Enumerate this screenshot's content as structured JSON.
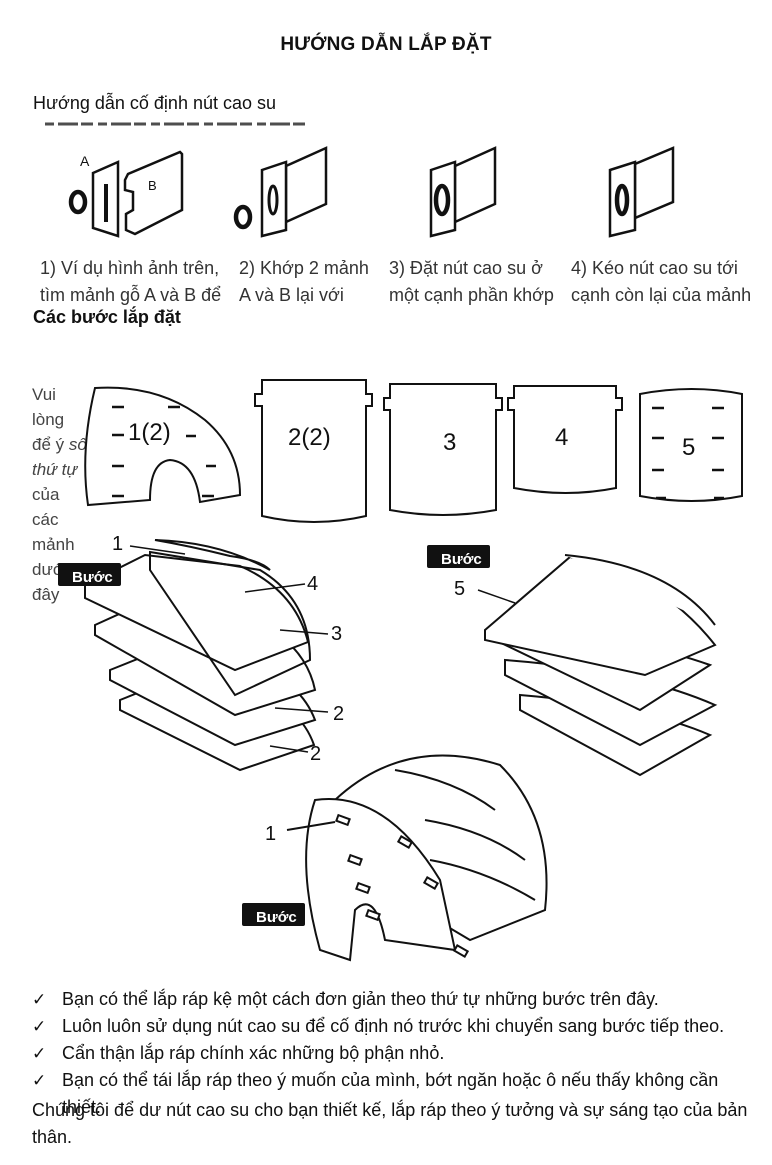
{
  "title": "HƯỚNG DẪN LẮP ĐẶT",
  "rubber_section": {
    "heading": "Hướng dẫn cố định nút cao su",
    "steps": [
      {
        "line1": "1) Ví dụ hình ảnh trên,",
        "line2": "tìm mảnh gỗ A và B để"
      },
      {
        "line1": "2) Khớp 2 mảnh",
        "line2": "A và B lại với"
      },
      {
        "line1": "3) Đặt nút cao su ở",
        "line2": "một cạnh phần khớp"
      },
      {
        "line1": "4) Kéo nút cao su tới",
        "line2": "cạnh còn lại của mảnh"
      }
    ],
    "label_a": "A",
    "label_b": "B"
  },
  "steps_section": {
    "heading": "Các bước lắp đặt",
    "note_words": [
      "Vui",
      "lòng",
      "để ý",
      "số",
      "thứ tự",
      "của",
      "các",
      "mảnh",
      "dưới",
      "đây"
    ],
    "pieces": [
      "1(2)",
      "2(2)",
      "3",
      "4",
      "5"
    ],
    "badges": [
      "Bước",
      "Bước",
      "Bước"
    ],
    "callouts_step1": [
      "1",
      "4",
      "3",
      "2",
      "2"
    ],
    "callout_step2": "5",
    "callout_step3": "1"
  },
  "bullets": [
    "Bạn có thể lắp ráp kệ một cách đơn giản theo thứ tự những bước trên đây.",
    "Luôn luôn sử dụng nút cao su để cố định nó trước khi chuyển sang bước tiếp theo.",
    "Cẩn thận lắp ráp chính xác những bộ phận nhỏ.",
    "Bạn có thể tái lắp ráp theo ý muốn của mình, bớt ngăn hoặc ô nếu thấy không cần thiết."
  ],
  "check_symbol": "✓",
  "closing": "Chúng tôi để dư nút cao su cho bạn thiết kế, lắp ráp theo ý tưởng và sự sáng tạo của bản thân."
}
